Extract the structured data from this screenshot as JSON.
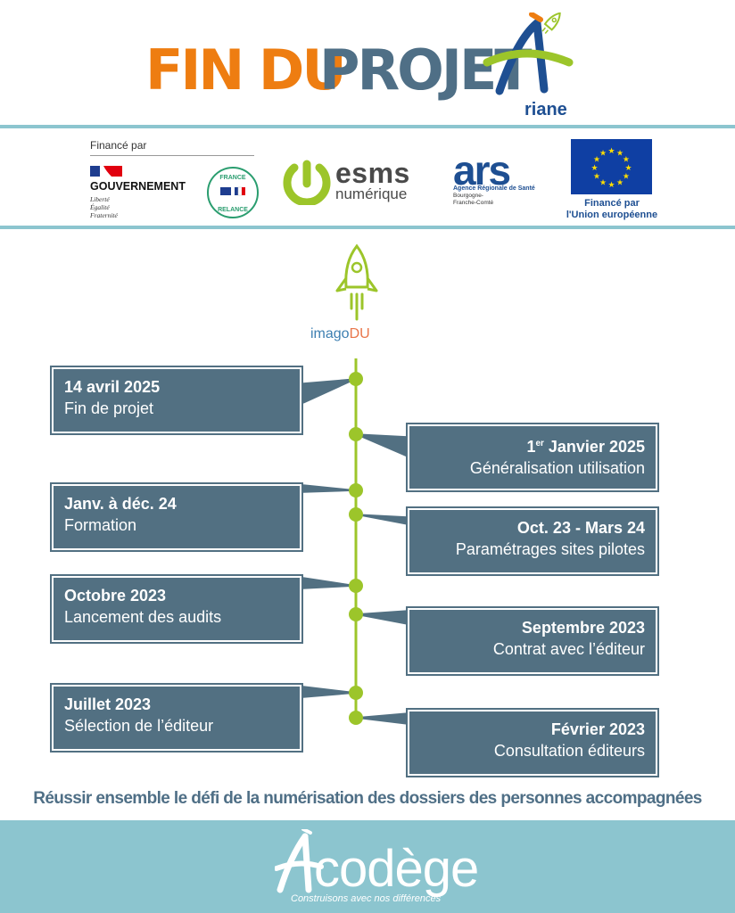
{
  "header": {
    "title_part1": "FIN DU",
    "title_part2": "PROJET",
    "logo_word": "riane"
  },
  "funders": {
    "financed_by": "Financé par",
    "gouv_name": "GOUVERNEMENT",
    "gouv_motto": [
      "Liberté",
      "Égalité",
      "Fraternité"
    ],
    "relance_top": "FRANCE",
    "relance_bottom": "RELANCE",
    "esms_line1": "esms",
    "esms_line2": "numérique",
    "ars_word": "ars",
    "ars_agency": "Agence Régionale de Santé",
    "ars_region": [
      "Bourgogne-",
      "Franche-Comté"
    ],
    "eu_caption": [
      "Financé par",
      "l'Union européenne"
    ]
  },
  "timeline": {
    "brand_prefix": "imago",
    "brand_suffix": "DU",
    "events": [
      {
        "date": "14 avril 2025",
        "label": "Fin de projet",
        "side": "left"
      },
      {
        "date_main": "1",
        "date_sup": "er",
        "date_rest": " Janvier 2025",
        "label": "Généralisation utilisation",
        "side": "right"
      },
      {
        "date": "Janv. à déc. 24",
        "label": "Formation",
        "side": "left"
      },
      {
        "date": "Oct. 23 - Mars 24",
        "label": "Paramétrages sites pilotes",
        "side": "right"
      },
      {
        "date": "Octobre 2023",
        "label": "Lancement des audits",
        "side": "left"
      },
      {
        "date": "Septembre 2023",
        "label": "Contrat avec l’éditeur",
        "side": "right"
      },
      {
        "date": "Juillet 2023",
        "label": "Sélection de l’éditeur",
        "side": "left"
      },
      {
        "date": "Février 2023",
        "label": "Consultation éditeurs",
        "side": "right"
      }
    ]
  },
  "slogan": "Réussir ensemble le défi de la numérisation des dossiers des personnes accompagnées",
  "footer": {
    "brand": "codège",
    "tagline": "Construisons avec nos différences"
  },
  "colors": {
    "orange": "#ee7d11",
    "slate": "#4f6f86",
    "box": "#527082",
    "green": "#9cc52a",
    "teal": "#8cc5cf",
    "navy": "#1e4f92"
  }
}
